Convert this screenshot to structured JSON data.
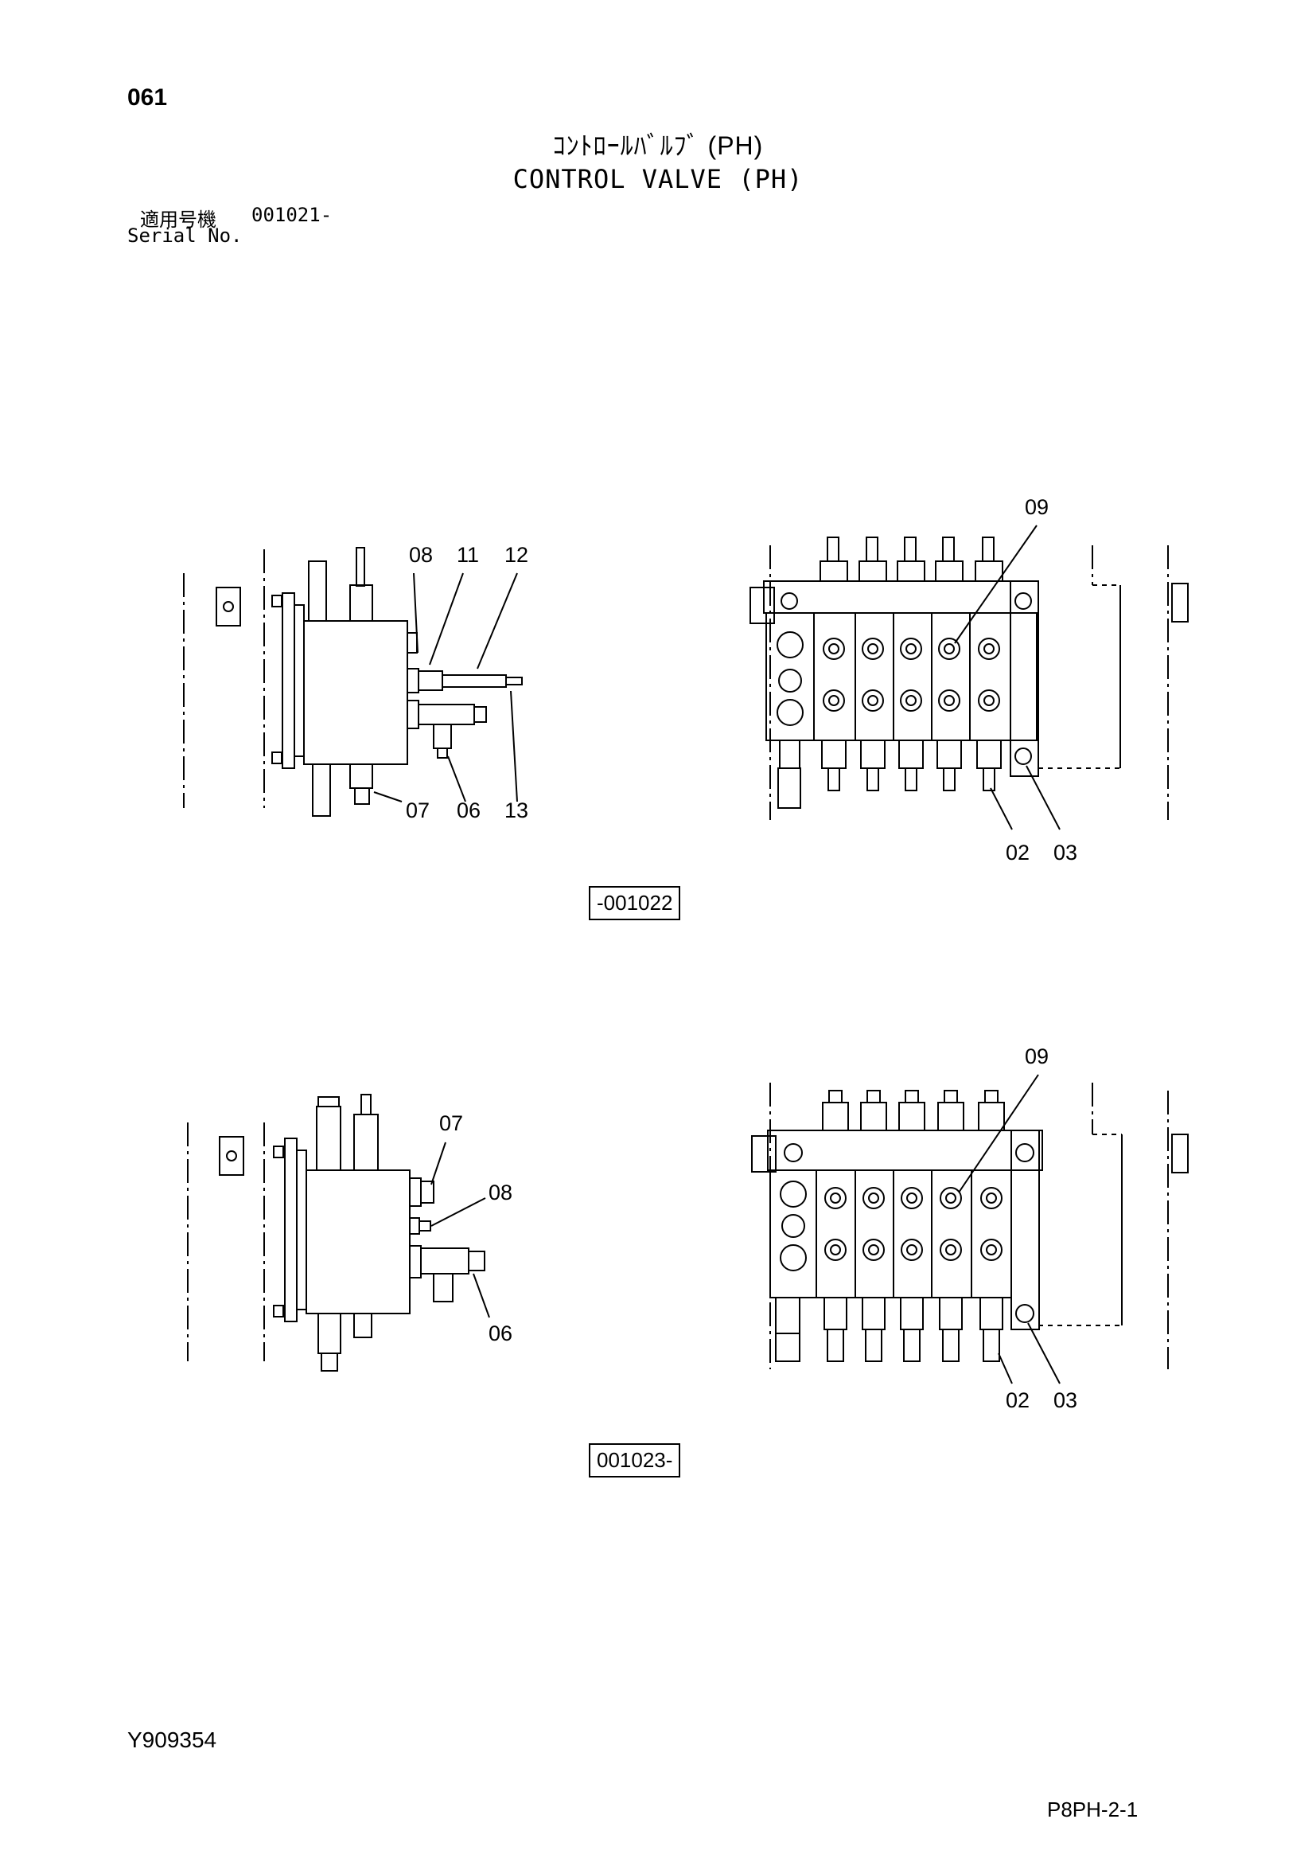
{
  "header": {
    "page_number": "061",
    "title_jp": "ｺﾝﾄﾛｰﾙﾊﾞﾙﾌﾞ (PH)",
    "title_en": "CONTROL VALVE (PH)"
  },
  "serial": {
    "label_jp": "適用号機",
    "value": "001021-",
    "label_en": "Serial No."
  },
  "figure_top": {
    "side_callouts": [
      "08",
      "11",
      "12",
      "07",
      "06",
      "13"
    ],
    "front_callouts": [
      "09",
      "02",
      "03"
    ],
    "serial_range": "-001022"
  },
  "figure_bottom": {
    "side_callouts": [
      "07",
      "08",
      "06"
    ],
    "front_callouts": [
      "09",
      "02",
      "03"
    ],
    "serial_range": "001023-"
  },
  "footer": {
    "doc_code": "Y909354",
    "page_code": "P8PH-2-1"
  }
}
